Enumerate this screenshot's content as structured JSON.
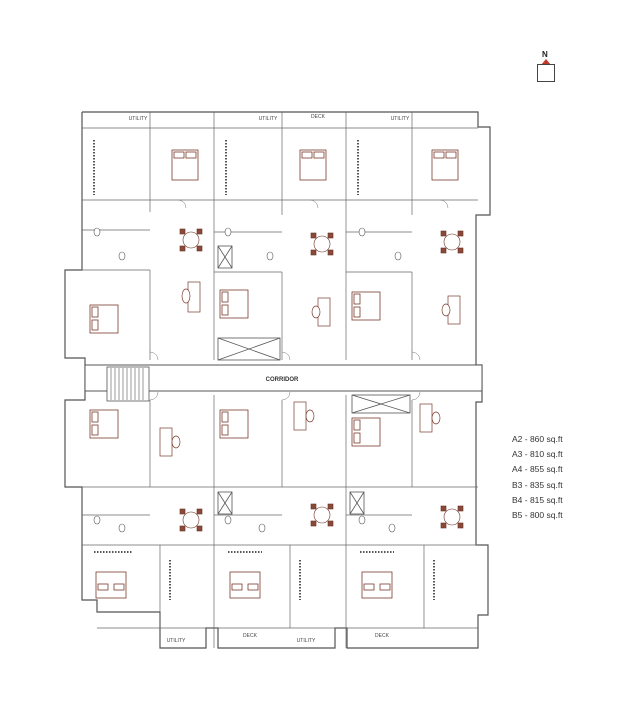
{
  "north_label": "N",
  "corridor_label": "CORRIDOR",
  "legend": [
    "A2 - 860 sq.ft",
    "A3 - 810 sq.ft",
    "A4 - 855 sq.ft",
    "B3 - 835 sq.ft",
    "B4 - 815 sq.ft",
    "B5 - 800 sq.ft"
  ],
  "top_labels": {
    "utility_left": "UTILITY",
    "utility_mid": "UTILITY",
    "deck_top": "DECK",
    "utility_right": "UTILITY"
  },
  "bottom_labels": {
    "utility_left": "UTILITY",
    "deck_left": "DECK",
    "utility_mid": "UTILITY",
    "deck_right": "DECK"
  },
  "colors": {
    "wall": "#555555",
    "furniture": "#7a3b2e",
    "area_text": "#2e8b2e",
    "north_marker": "#c0392b"
  }
}
